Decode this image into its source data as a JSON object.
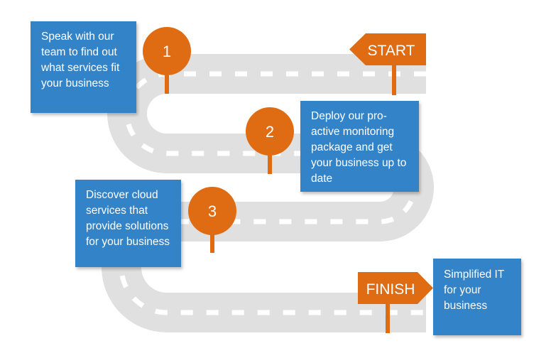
{
  "signs": {
    "start": "START",
    "finish": "FINISH"
  },
  "steps": [
    {
      "number": "1",
      "text": "Speak with our team to find out what services fit your business"
    },
    {
      "number": "2",
      "text": "Deploy our pro-active monitoring package and get your business up to date"
    },
    {
      "number": "3",
      "text": "Discover cloud services that provide solutions for your business"
    }
  ],
  "result": {
    "text": "Simplified IT for your business"
  },
  "colors": {
    "road": "#e0e0e0",
    "accent": "#df6b13",
    "box": "#3383c8",
    "dash": "#ffffff"
  }
}
